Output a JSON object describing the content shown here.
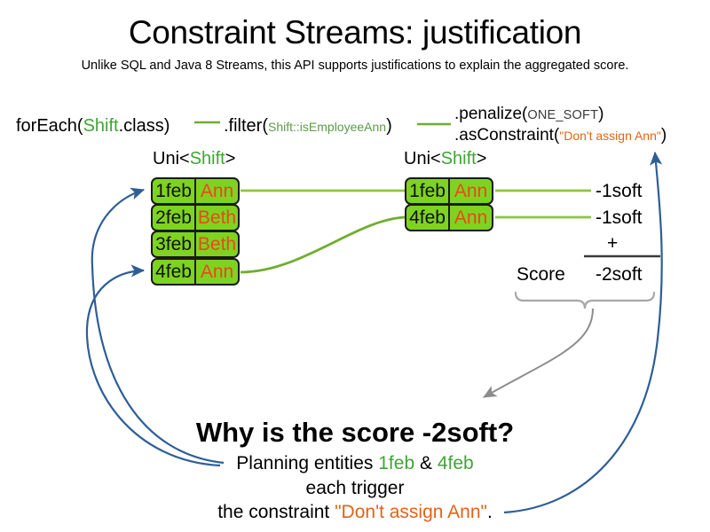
{
  "slide": {
    "title": "Constraint Streams: justification",
    "subtitle": "Unlike SQL and Java 8 Streams, this API supports justifications to explain the aggregated score."
  },
  "colors": {
    "card_green": "#7ed321",
    "card_border": "#1a1a1a",
    "name_orange": "#e8491b",
    "identifier_green": "#3fa535",
    "string_orange": "#e06317",
    "connector_green": "#70ad30",
    "arrow_blue": "#2e5e96",
    "brace_gray": "#a0a0a0"
  },
  "code": {
    "foreach": {
      "method": "forEach(",
      "type": "Shift",
      "tail": ".class)"
    },
    "filter": {
      "method": ".filter(",
      "arg": "Shift::isEmployeeAnn",
      "tail": ")"
    },
    "penalize": {
      "method": ".penalize(",
      "arg": "ONE_SOFT",
      "tail": ")"
    },
    "as_constraint": {
      "method": ".asConstraint(",
      "arg": "\"Don't assign Ann\"",
      "tail": ")"
    }
  },
  "streams": {
    "left": {
      "type_label": {
        "prefix": "Uni<",
        "generic": "Shift",
        "suffix": ">"
      },
      "rows": [
        {
          "date": "1feb",
          "name": "Ann"
        },
        {
          "date": "2feb",
          "name": "Beth"
        },
        {
          "date": "3feb",
          "name": "Beth"
        },
        {
          "date": "4feb",
          "name": "Ann"
        }
      ]
    },
    "right": {
      "type_label": {
        "prefix": "Uni<",
        "generic": "Shift",
        "suffix": ">"
      },
      "rows": [
        {
          "date": "1feb",
          "name": "Ann"
        },
        {
          "date": "4feb",
          "name": "Ann"
        }
      ]
    }
  },
  "score": {
    "impacts": [
      "-1soft",
      "-1soft"
    ],
    "operator": "+",
    "label": "Score",
    "total": "-2soft"
  },
  "explanation": {
    "heading": "Why is the score -2soft?",
    "line1": {
      "before": "Planning entities ",
      "entity_a": "1feb",
      "between": " & ",
      "entity_b": "4feb"
    },
    "line2": "each trigger",
    "line3": {
      "before": "the constraint ",
      "constraint": "\"Don't assign Ann\"",
      "after": "."
    }
  },
  "icons": {
    "arrow_to_entity_1feb": "curved-arrow-icon",
    "arrow_to_entity_4feb": "curved-arrow-icon",
    "arrow_to_constraint": "curved-arrow-icon",
    "arrow_score_to_question": "curved-arrow-icon",
    "score_brace": "curly-brace-icon"
  }
}
